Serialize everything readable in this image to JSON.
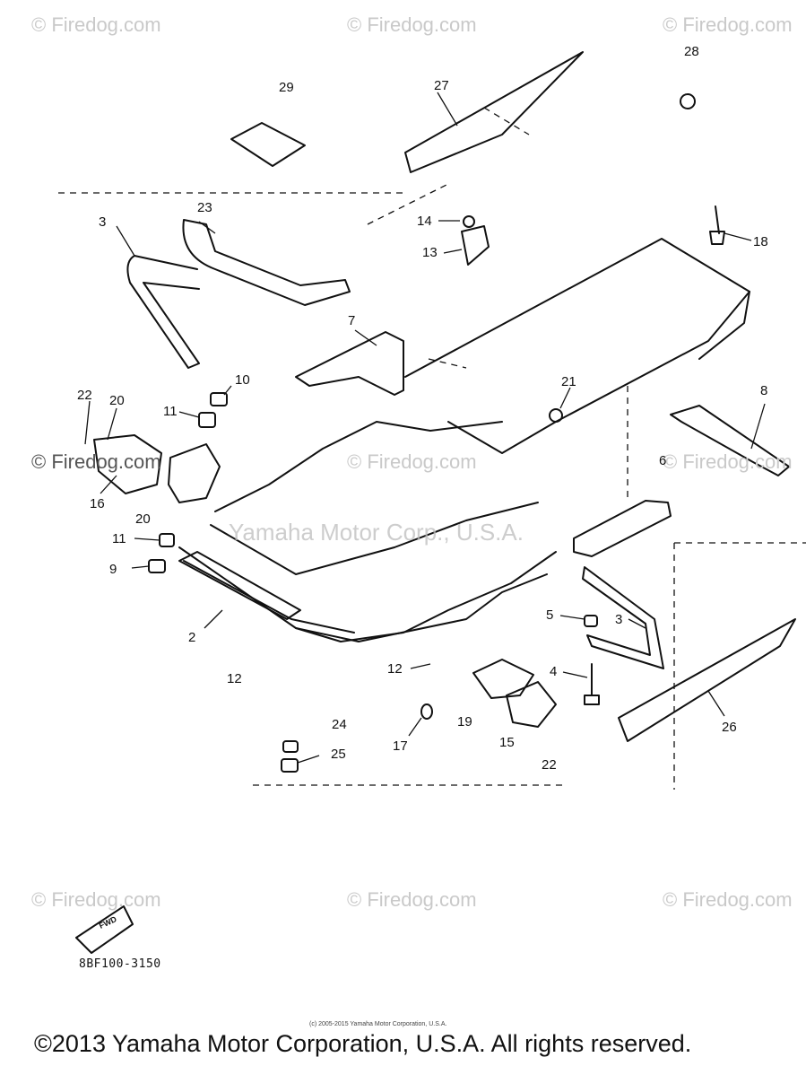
{
  "watermarks": {
    "brand": "© Firedog.com",
    "center": "Yamaha Motor Corp., U.S.A."
  },
  "callouts": [
    "28",
    "29",
    "27",
    "23",
    "3",
    "14",
    "13",
    "18",
    "7",
    "10",
    "11",
    "22",
    "20",
    "21",
    "8",
    "16",
    "6",
    "20",
    "11",
    "9",
    "5",
    "3",
    "2",
    "12",
    "12",
    "4",
    "24",
    "25",
    "17",
    "19",
    "15",
    "22",
    "26"
  ],
  "fwd_label": "FWD",
  "diagram_code": "8BF100-3150",
  "small_copyright": "(c) 2005-2015 Yamaha Motor Corporation, U.S.A.",
  "copyright": "©2013 Yamaha Motor Corporation, U.S.A. All rights reserved.",
  "colors": {
    "ink": "#111111",
    "watermark": "#c9c9c9"
  }
}
